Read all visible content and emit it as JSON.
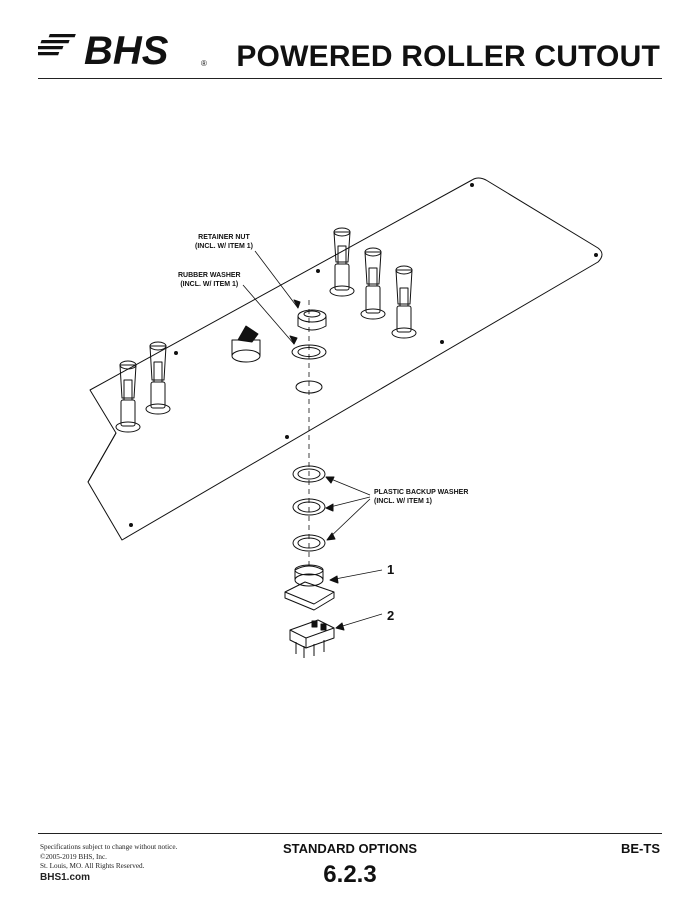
{
  "header": {
    "brand": "BHS",
    "registered_mark": "®",
    "title": "POWERED ROLLER CUTOUT"
  },
  "callouts": {
    "retainer_nut": {
      "line1": "RETAINER NUT",
      "line2": "(INCL. W/ ITEM 1)"
    },
    "rubber_washer": {
      "line1": "RUBBER WASHER",
      "line2": "(INCL. W/ ITEM 1)"
    },
    "plastic_backup_washer": {
      "line1": "PLASTIC BACKUP WASHER",
      "line2": "(INCL. W/ ITEM 1)"
    }
  },
  "items": [
    "1",
    "2"
  ],
  "footer": {
    "disclaimer": "Specifications subject to change without notice.",
    "copyright": "©2005-2019 BHS, Inc.",
    "location": "St. Louis, MO.  All Rights Reserved.",
    "website": "BHS1.com",
    "section": "STANDARD OPTIONS",
    "section_number": "6.2.3",
    "doc_code": "BE-TS"
  }
}
